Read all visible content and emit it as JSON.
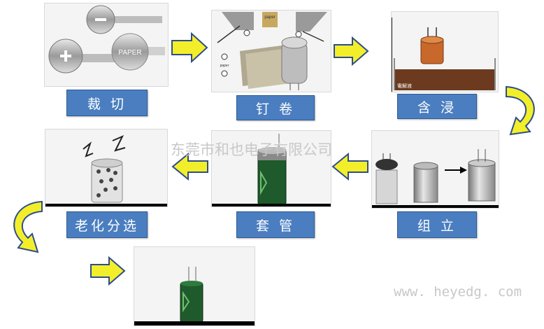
{
  "steps": [
    {
      "label": "裁 切"
    },
    {
      "label": "钉 卷"
    },
    {
      "label": "含 浸"
    },
    {
      "label": "组 立"
    },
    {
      "label": "套 管"
    },
    {
      "label": "老化分选"
    }
  ],
  "panel_text": {
    "cutting_paper": "PAPER",
    "winding_paper_tag": "paper",
    "winding_paper_small": "paper",
    "impregnation_caption": "電解液"
  },
  "watermark": {
    "company": "东莞市和也电子有限公司",
    "url": "www. heyedg. com"
  },
  "colors": {
    "label_bg": "#4a7ec0",
    "arrow_fill": "#f2ef2a",
    "arrow_stroke": "#2f4d8a",
    "electrolyte": "#6b3a1f",
    "sleeve": "#1f5a2c"
  }
}
